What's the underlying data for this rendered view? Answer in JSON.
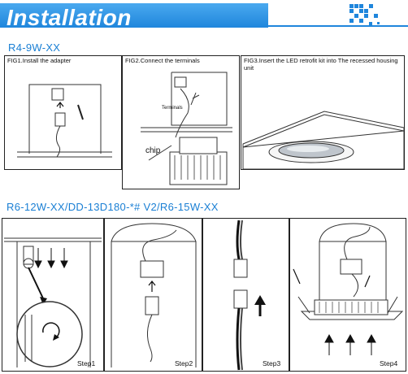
{
  "header": {
    "title": "Installation"
  },
  "section1": {
    "title": "R4-9W-XX",
    "figs": [
      {
        "caption": "FIG1.Install the adapter"
      },
      {
        "caption": "FIG2.Connect the terminals",
        "label_terminals": "Terminals",
        "label_chip": "chip"
      },
      {
        "caption": "FIG3.Insert the LED retrofit kit into The recessed housing unit"
      }
    ]
  },
  "section2": {
    "title": "R6-12W-XX/DD-13D180-*# V2/R6-15W-XX",
    "steps": [
      {
        "label": "Step1"
      },
      {
        "label": "Step2"
      },
      {
        "label": "Step3"
      },
      {
        "label": "Step4"
      }
    ]
  }
}
